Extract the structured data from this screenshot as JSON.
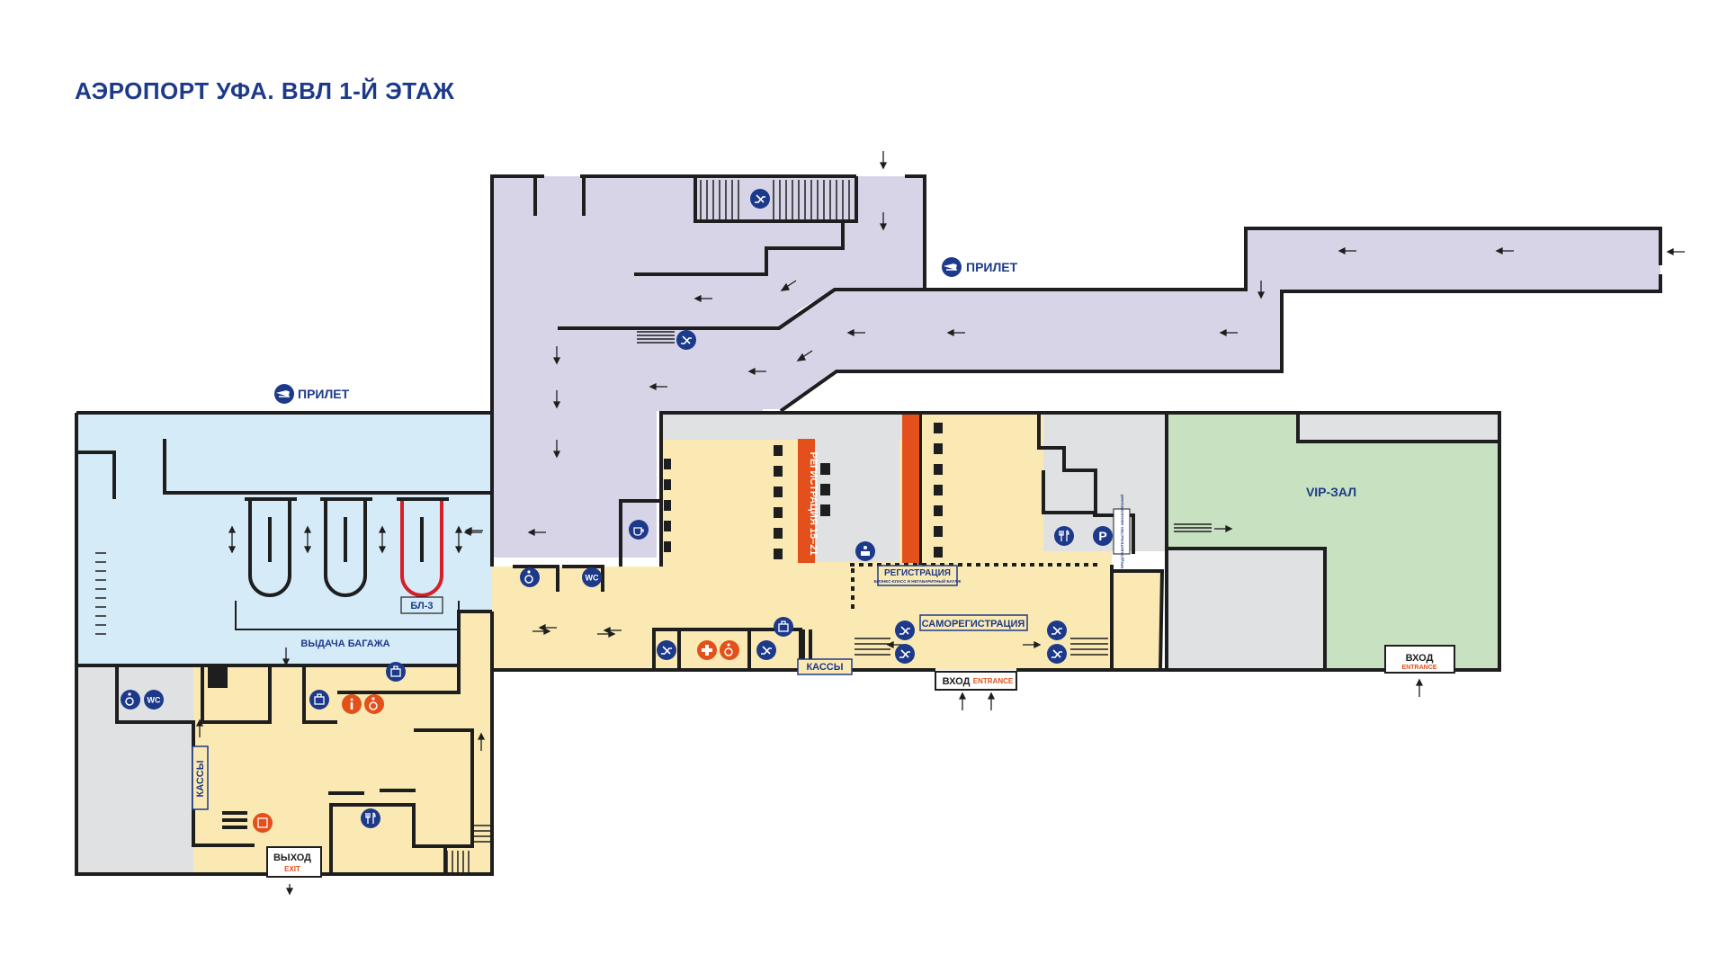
{
  "title": "АЭРОПОРТ УФА. ВВЛ 1-Й ЭТАЖ",
  "colors": {
    "arrivals_zone": "#d7d4e8",
    "baggage_zone": "#d6ebf8",
    "public_zone": "#fbe9b4",
    "vip_zone": "#c8e2c1",
    "service_zone": "#dfe1e3",
    "walls": "#1e1e1e",
    "brand_blue": "#1d3a8a",
    "accent_red": "#e3501b"
  },
  "labels": {
    "arrivals_top": "ПРИЛЕТ",
    "arrivals_left": "ПРИЛЕТ",
    "baggage_claim": "ВЫДАЧА БАГАЖА",
    "belt_3": "БЛ-3",
    "checkin_15_21": "РЕГИСТРАЦИЯ 15–21",
    "checkin": "РЕГИСТРАЦИЯ",
    "checkin_sub": "БИЗНЕС-КЛАСС И НЕГАБАРИТНЫЙ БАГАЖ",
    "self_checkin": "САМОРЕГИСТРАЦИЯ",
    "tickets_main": "КАССЫ",
    "tickets_left": "КАССЫ",
    "vip": "VIP-ЗАЛ",
    "entrance_main_ru": "ВХОД",
    "entrance_main_en": "ENTRANCE",
    "entrance_right_ru": "ВХОД",
    "entrance_right_en": "ENTRANCE",
    "exit_ru": "ВЫХОД",
    "exit_en": "EXIT",
    "wc_1": "WC",
    "wc_2": "WC",
    "parking_P": "P",
    "vertical_small": "ПРЕДСТАВИТЕЛЬСТВО АВИАКОМПАНИЙ"
  },
  "icons": [
    "arrival-plane-icon",
    "escalator-icon",
    "wheelchair-icon",
    "wc-icon",
    "coffee-icon",
    "restaurant-icon",
    "parking-icon",
    "baggage-icon",
    "info-icon",
    "first-aid-icon",
    "atm-icon"
  ]
}
